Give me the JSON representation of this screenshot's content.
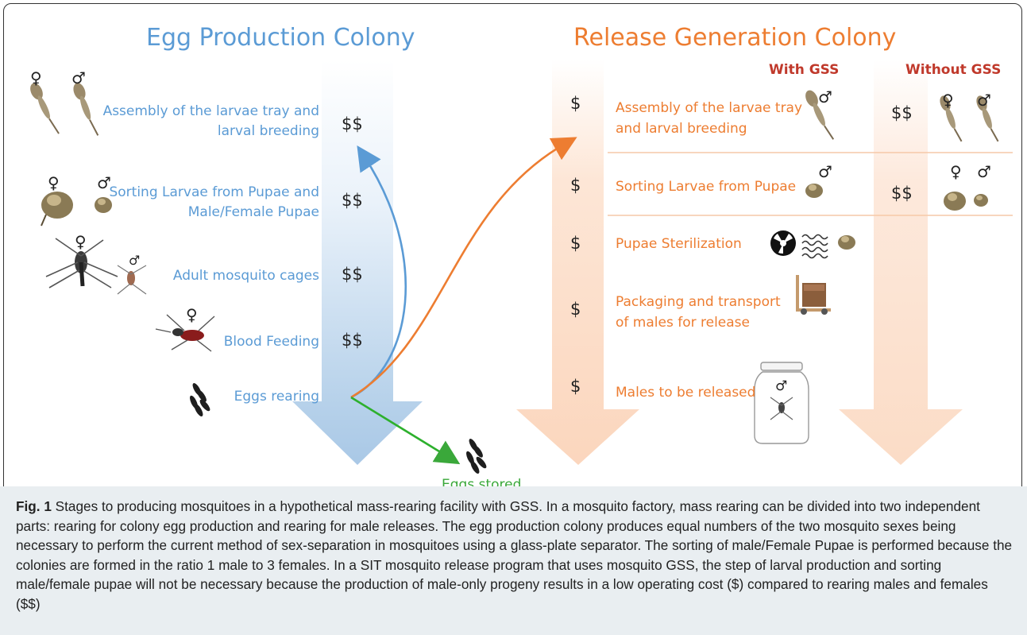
{
  "left_panel": {
    "title": "Egg Production Colony",
    "stages": [
      {
        "label_line1": "Assembly of the larvae tray and",
        "label_line2": "larval breeding",
        "cost": "$$"
      },
      {
        "label_line1": "Sorting Larvae from Pupae and",
        "label_line2": "Male/Female Pupae",
        "cost": "$$"
      },
      {
        "label_line1": "Adult mosquito cages",
        "label_line2": "",
        "cost": "$$"
      },
      {
        "label_line1": "Blood Feeding",
        "label_line2": "",
        "cost": "$$"
      },
      {
        "label_line1": "Eggs rearing",
        "label_line2": ""
      }
    ],
    "eggs_stored": "Eggs stored"
  },
  "right_panel": {
    "title": "Release Generation Colony",
    "col_with": "With GSS",
    "col_without": "Without GSS",
    "stages": [
      {
        "label_line1": "Assembly of the larvae tray",
        "label_line2": "and larval breeding",
        "cost_with": "$",
        "cost_without": "$$"
      },
      {
        "label_line1": "Sorting Larvae from Pupae",
        "label_line2": "",
        "cost_with": "$",
        "cost_without": "$$"
      },
      {
        "label_line1": "Pupae Sterilization",
        "label_line2": "",
        "cost_with": "$"
      },
      {
        "label_line1": "Packaging and transport",
        "label_line2": "of males for release",
        "cost_with": "$"
      },
      {
        "label_line1": "Males to be released",
        "label_line2": "",
        "cost_with": "$"
      }
    ]
  },
  "symbols": {
    "female": "♀",
    "male": "♂"
  },
  "caption": {
    "label": "Fig. 1",
    "text": "Stages to producing mosquitoes in a hypothetical mass-rearing facility with GSS. In a mosquito factory, mass rearing can be divided into two independent parts: rearing for colony egg production and rearing for male releases. The egg production colony produces equal numbers of the two mosquito sexes being necessary to perform the current method of sex-separation in mosquitoes using a glass-plate separator. The sorting of male/Female Pupae is performed because the colonies are formed in the ratio 1 male to 3 females. In a SIT mosquito release program that uses mosquito GSS, the step of larval production and sorting male/female pupae will not be necessary because the production of male-only progeny results in a low operating cost ($) compared to rearing males and females ($$)"
  },
  "colors": {
    "blue_text": "#5b9bd5",
    "orange_text": "#ed7d31",
    "red_header": "#c0392b",
    "green": "#3aa83a",
    "caption_bg": "#e9eef1"
  }
}
